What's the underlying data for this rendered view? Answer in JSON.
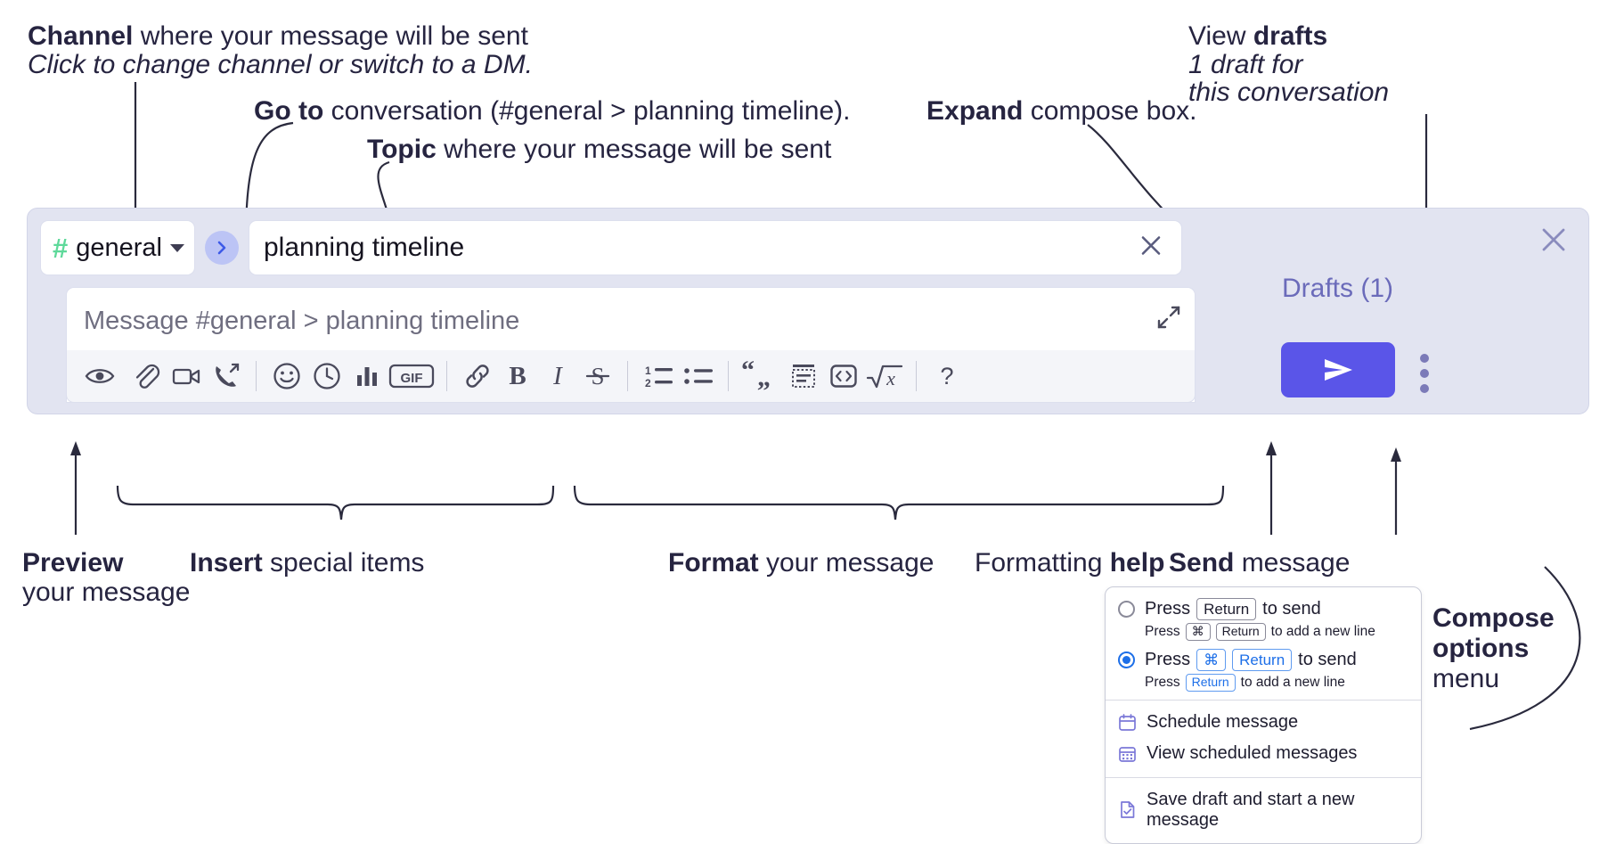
{
  "annotations": {
    "channel": {
      "bold": "Channel",
      "rest": " where your message will be sent",
      "sub": "Click to change channel or switch to a DM."
    },
    "goto": {
      "bold": "Go to",
      "rest": " conversation (#general > planning timeline)."
    },
    "topic": {
      "bold": "Topic",
      "rest": " where your message will be sent"
    },
    "expand": {
      "bold": "Expand",
      "rest": " compose box."
    },
    "drafts_note": {
      "bold_prefix": "View ",
      "bold": "drafts",
      "sub1": "1 draft for",
      "sub2": "this conversation"
    },
    "preview": {
      "bold": "Preview",
      "sub": "your message"
    },
    "insert": {
      "bold": "Insert",
      "rest": " special items"
    },
    "format": {
      "bold": "Format",
      "rest": " your message"
    },
    "help": {
      "pre": "Formatting ",
      "bold": "help"
    },
    "send": {
      "bold": "Send",
      "rest": " message"
    },
    "compose_options": {
      "bold1": "Compose",
      "bold2": "options",
      "rest": "menu"
    }
  },
  "compose": {
    "channel_button": {
      "hash": "#",
      "name": "general",
      "chevron": "chevron-down-icon"
    },
    "goto_button_icon": "chevron-right-icon",
    "topic_field": {
      "value": "planning timeline",
      "clear_icon": "close-icon"
    },
    "message_input": {
      "placeholder": "Message #general > planning timeline"
    },
    "expand_icon": "expand-icon",
    "drafts_label": "Drafts (1)",
    "close_icon": "close-icon",
    "send_icon": "send-paperplane-icon",
    "kebab_icon": "more-vertical-icon",
    "toolbar_items": [
      {
        "name": "preview-icon",
        "group": "left"
      },
      {
        "name": "attachment-paperclip-icon",
        "group": "insert"
      },
      {
        "name": "video-camera-icon",
        "group": "insert"
      },
      {
        "name": "phone-call-icon",
        "group": "insert"
      },
      {
        "name": "emoji-smiley-icon",
        "group": "insert"
      },
      {
        "name": "clock-icon",
        "group": "insert"
      },
      {
        "name": "poll-bars-icon",
        "group": "insert"
      },
      {
        "name": "gif-icon",
        "label": "GIF",
        "group": "insert"
      },
      {
        "name": "link-icon",
        "group": "format"
      },
      {
        "name": "bold-icon",
        "label": "B",
        "group": "format"
      },
      {
        "name": "italic-icon",
        "label": "I",
        "group": "format"
      },
      {
        "name": "strikethrough-icon",
        "label": "S",
        "group": "format"
      },
      {
        "name": "ordered-list-icon",
        "group": "format"
      },
      {
        "name": "bulleted-list-icon",
        "group": "format"
      },
      {
        "name": "blockquote-icon",
        "group": "format"
      },
      {
        "name": "code-block-icon",
        "group": "format"
      },
      {
        "name": "inline-code-icon",
        "group": "format"
      },
      {
        "name": "latex-math-icon",
        "group": "format"
      },
      {
        "name": "formatting-help-icon",
        "label": "?",
        "group": "help"
      }
    ]
  },
  "menu": {
    "option1": {
      "pre": "Press",
      "key": "Return",
      "post": "to send",
      "sub_pre": "Press",
      "sub_key1": "⌘",
      "sub_key2": "Return",
      "sub_post": "to add a new line",
      "selected": false
    },
    "option2": {
      "pre": "Press",
      "key1": "⌘",
      "key2": "Return",
      "post": "to send",
      "sub_pre": "Press",
      "sub_key": "Return",
      "sub_post": "to add a new line",
      "selected": true
    },
    "items": [
      {
        "label": "Schedule message",
        "icon": "calendar-icon"
      },
      {
        "label": "View scheduled messages",
        "icon": "calendar-grid-icon"
      },
      {
        "label": "Save draft and start a new message",
        "icon": "document-check-icon"
      }
    ]
  },
  "colors": {
    "accent_purple": "#5a55e8",
    "drafts_text": "#6b6bba",
    "compose_bg": "#e2e4f1",
    "hash_green": "#5ed99a",
    "goto_blue": "#3d5ae8",
    "radio_blue": "#1d6fe8"
  }
}
